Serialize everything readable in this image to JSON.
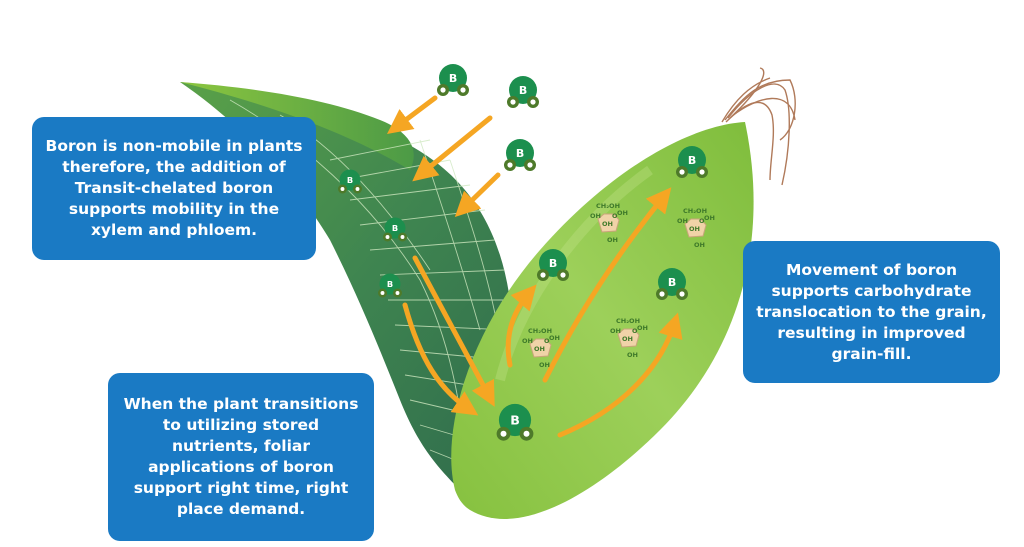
{
  "callouts": {
    "mobility": "Boron is non-mobile in plants therefore, the addition of Transit-chelated boron supports mobility in the xylem and phloem.",
    "grain_fill": "Movement of boron supports carbohydrate translocation to the grain, resulting in improved grain-fill.",
    "foliar": "When the plant transitions to utilizing stored nutrients, foliar applications of boron support right time, right place demand."
  },
  "molecule_label": "B",
  "glucose_labels": {
    "ch2oh": "CH₂OH",
    "oh": "OH",
    "o": "O"
  },
  "colors": {
    "callout_bg": "#1a7ac4",
    "arrow": "#f5a623",
    "boron": "#1c8f4e",
    "leaf_dark": "#3e7e4e",
    "leaf_light": "#8cc63f",
    "husk": "#9fd15a",
    "glucose": "#f0d3a8"
  }
}
